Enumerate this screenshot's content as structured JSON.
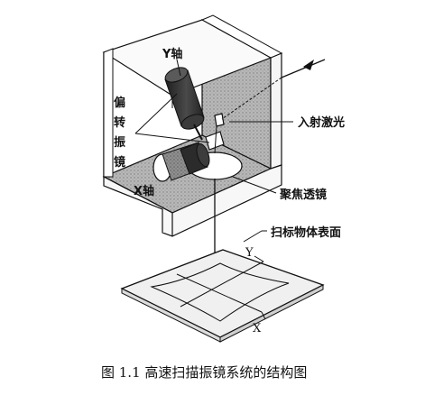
{
  "labels": {
    "y_axis_motor": "Y轴",
    "x_axis_motor": "X轴",
    "galvo_chars": [
      "偏",
      "转",
      "振",
      "镜"
    ],
    "input_laser": "入射激光",
    "focus_lens": "聚焦透镜",
    "scan_surface": "扫标物体表面",
    "plane_y": "Y",
    "plane_x": "X"
  },
  "caption": "图 1.1  高速扫描振镜系统的结构图",
  "colors": {
    "ink": "#111111",
    "panel_gray": "#b3b3b3",
    "panel_dark": "#8c8c8c",
    "motor_dark": "#2b2b2b",
    "plane_fill": "#ececec"
  }
}
